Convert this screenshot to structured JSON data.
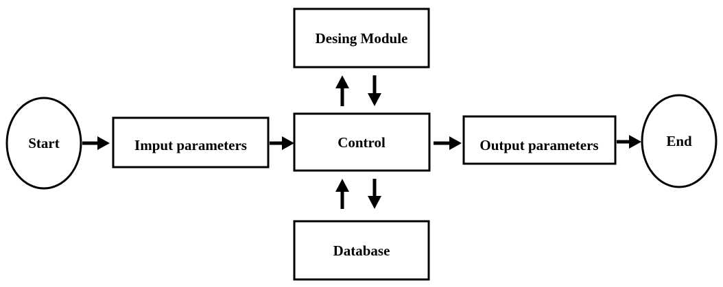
{
  "diagram": {
    "nodes": {
      "start": "Start",
      "input": "Imput parameters",
      "control": "Control",
      "design": "Desing Module",
      "database": "Database",
      "output": "Output parameters",
      "end": "End"
    },
    "colors": {
      "stroke": "#000000",
      "fill": "#ffffff",
      "background": "#ffffff"
    }
  }
}
